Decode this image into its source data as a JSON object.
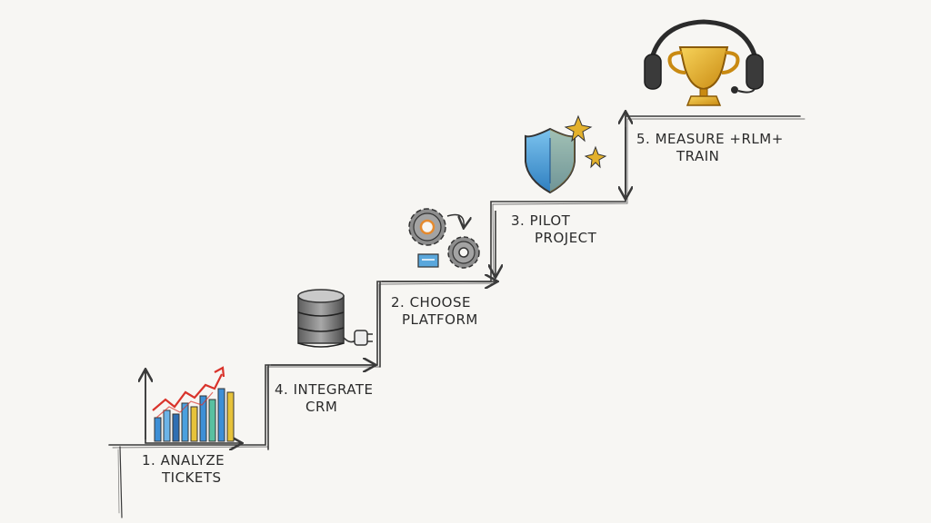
{
  "steps": [
    {
      "line1": "1. ANALYZE",
      "line2": "TICKETS",
      "icon": "bar-chart-icon"
    },
    {
      "line1": "4. INTEGRATE",
      "line2": "CRM",
      "icon": "database-icon"
    },
    {
      "line1": "2. CHOOSE",
      "line2": "PLATFORM",
      "icon": "gears-icon"
    },
    {
      "line1": "3. PILOT",
      "line2": "PROJECT",
      "icon": "shield-icon"
    },
    {
      "line1": "5. MEASURE +RLM+",
      "line2": "TRAIN",
      "icon": "trophy-headset-icon"
    }
  ],
  "colors": {
    "ink": "#3a3a3a",
    "accent_red": "#d9332b",
    "accent_blue": "#3d8fd6",
    "gold": "#e3b12c",
    "gear_orange": "#e58a2e"
  }
}
